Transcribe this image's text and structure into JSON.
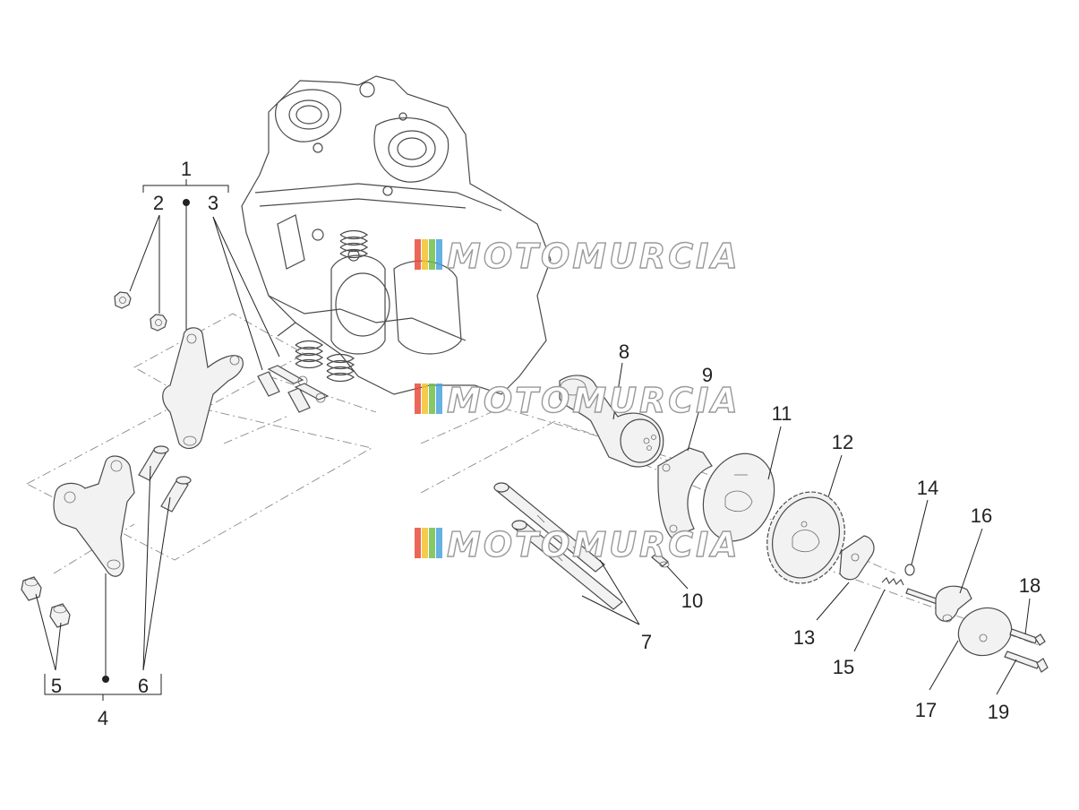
{
  "diagram": {
    "callouts": [
      "1",
      "2",
      "3",
      "4",
      "5",
      "6",
      "7",
      "8",
      "9",
      "10",
      "11",
      "12",
      "13",
      "14",
      "15",
      "16",
      "17",
      "18",
      "19"
    ]
  },
  "watermark": {
    "text": "MOTOMURCIA",
    "stripe_colors": [
      "#e94b3c",
      "#f2c230",
      "#6fbf4a",
      "#4aa3df"
    ]
  }
}
